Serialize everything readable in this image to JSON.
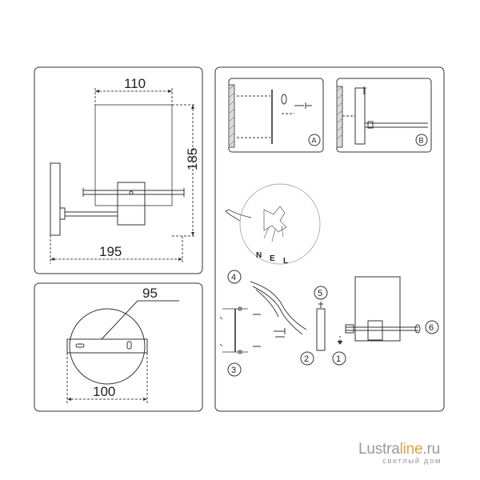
{
  "dimensions": {
    "width": "110",
    "height": "185",
    "depth": "195",
    "base_diameter": "95",
    "base_width": "100"
  },
  "steps": [
    "1",
    "2",
    "3",
    "4",
    "5",
    "6"
  ],
  "details": [
    "A",
    "B"
  ],
  "wire_labels": [
    "N",
    "E",
    "L"
  ],
  "brand": {
    "name_part1": "Lustra",
    "name_part2": "line",
    "name_part3": ".ru",
    "tagline": "светлый дом"
  }
}
